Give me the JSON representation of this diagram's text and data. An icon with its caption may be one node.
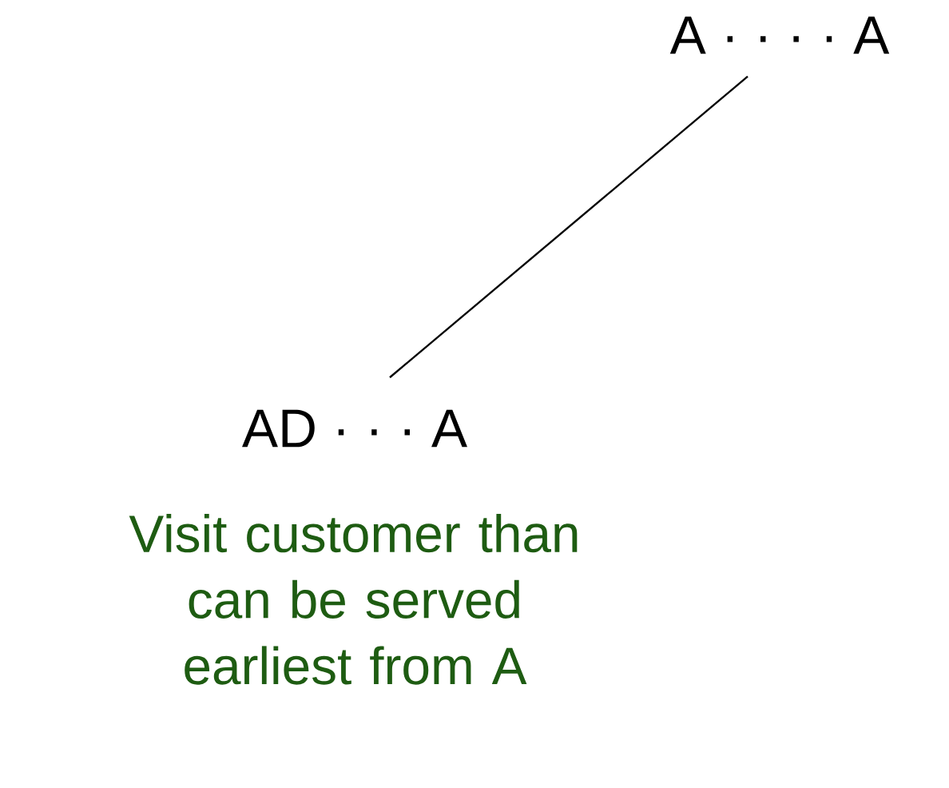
{
  "diagram": {
    "nodes": [
      {
        "text": [
          "A · · · · A"
        ]
      },
      {
        "text": [
          "AD · · · A"
        ],
        "beside": [
          "Visit customer than can be served earliest from A"
        ]
      }
    ],
    "edges": [
      {
        "from": 0,
        "to": 1,
        "arrow": "none"
      }
    ]
  }
}
